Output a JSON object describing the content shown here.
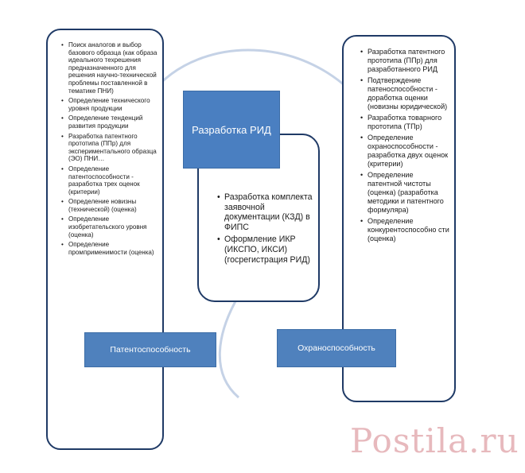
{
  "center": {
    "title": "Разработка РИД",
    "items": [
      "Разработка комплекта заявочной документации (КЗД) в ФИПС",
      "Оформление ИКР (ИКСПО, ИКСИ) (госрегистрация РИД)"
    ]
  },
  "left": {
    "label": "Патентоспособность",
    "items": [
      "Поиск аналогов и выбор базового образца (как образа идеального техрешения предназначенного для решения научно-технической проблемы поставленной в тематике ПНИ)",
      "Определение технического уровня продукции",
      "Определение тенденций развития продукции",
      "Разработка патентного прототипа (ППр) для экспериментального образца (ЭО) ПНИ…",
      "Определение патентоспособности  - разработка трех оценок (критерии)",
      "Определение новизны (технической) (оценка)",
      "Определение изобретательского уровня (оценка)",
      "Определение промприменимости (оценка)"
    ]
  },
  "right": {
    "label": "Охраноспособность",
    "items": [
      "Разработка патентного прототипа (ППр) для разработанного РИД",
      "Подтверждение патеноспособности  - доработка оценки (новизны юридической)",
      "Разработка товарного прототипа (ТПр)",
      "Определение охраноспособности  - разработка двух оценок (критерии)",
      "Определение патентной чистоты (оценка) (разработка методики и патентного формуляра)",
      "Определение конкурентоспособно сти (оценка)"
    ]
  },
  "watermark": "Postila.ru",
  "colors": {
    "box_fill": "#4f81bd",
    "panel_border": "#1f3a66",
    "connector": "#c5d2e6",
    "watermark": "#e7b9bd"
  }
}
